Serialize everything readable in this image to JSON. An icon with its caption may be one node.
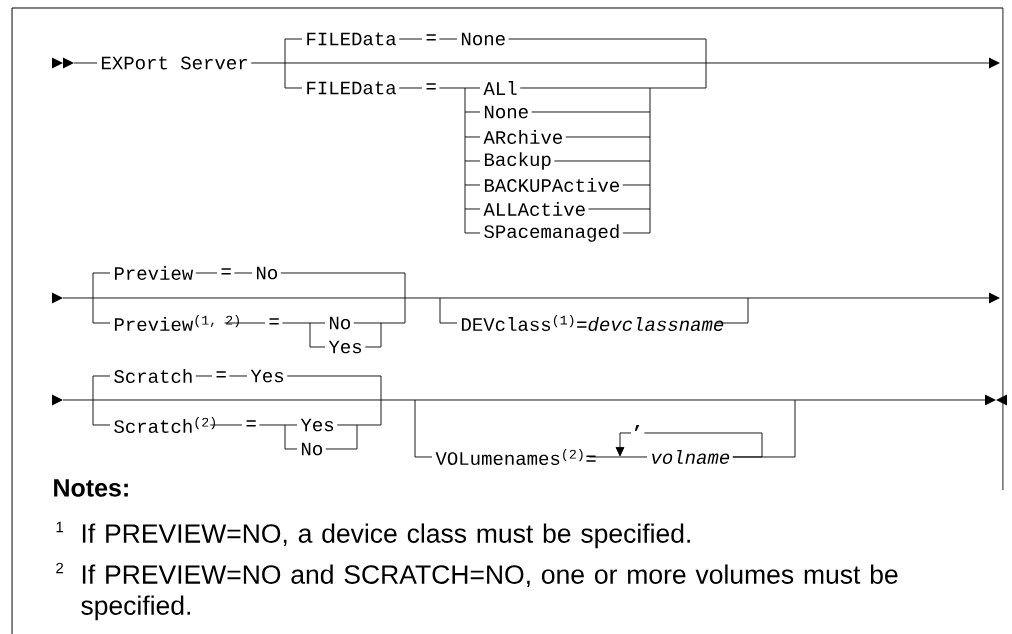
{
  "diagram": {
    "labels": [
      "EXPort Server",
      "FILEData",
      "=",
      "None",
      "FILEData",
      "=",
      "ALl",
      "None",
      "ARchive",
      "Backup",
      "BACKUPActive",
      "ALLActive",
      "SPacemanaged",
      "Preview",
      "=",
      "No",
      "Preview$^{(1, 2)}$",
      "=",
      "No",
      "Yes",
      "DEVclass$^{(1)}$=*devclassname*",
      "Scratch",
      "=",
      "Yes",
      "Scratch$^{(2)}$",
      "=",
      "Yes",
      "No",
      "VOLumenames$^{(2)}$=",
      ",",
      "volname",
      "Notes:",
      "1",
      "If PREVIEW=NO, a device class must be specified.",
      "2",
      "If PREVIEW=NO and SCRATCH=NO, one or more volumes must be specified."
    ]
  }
}
